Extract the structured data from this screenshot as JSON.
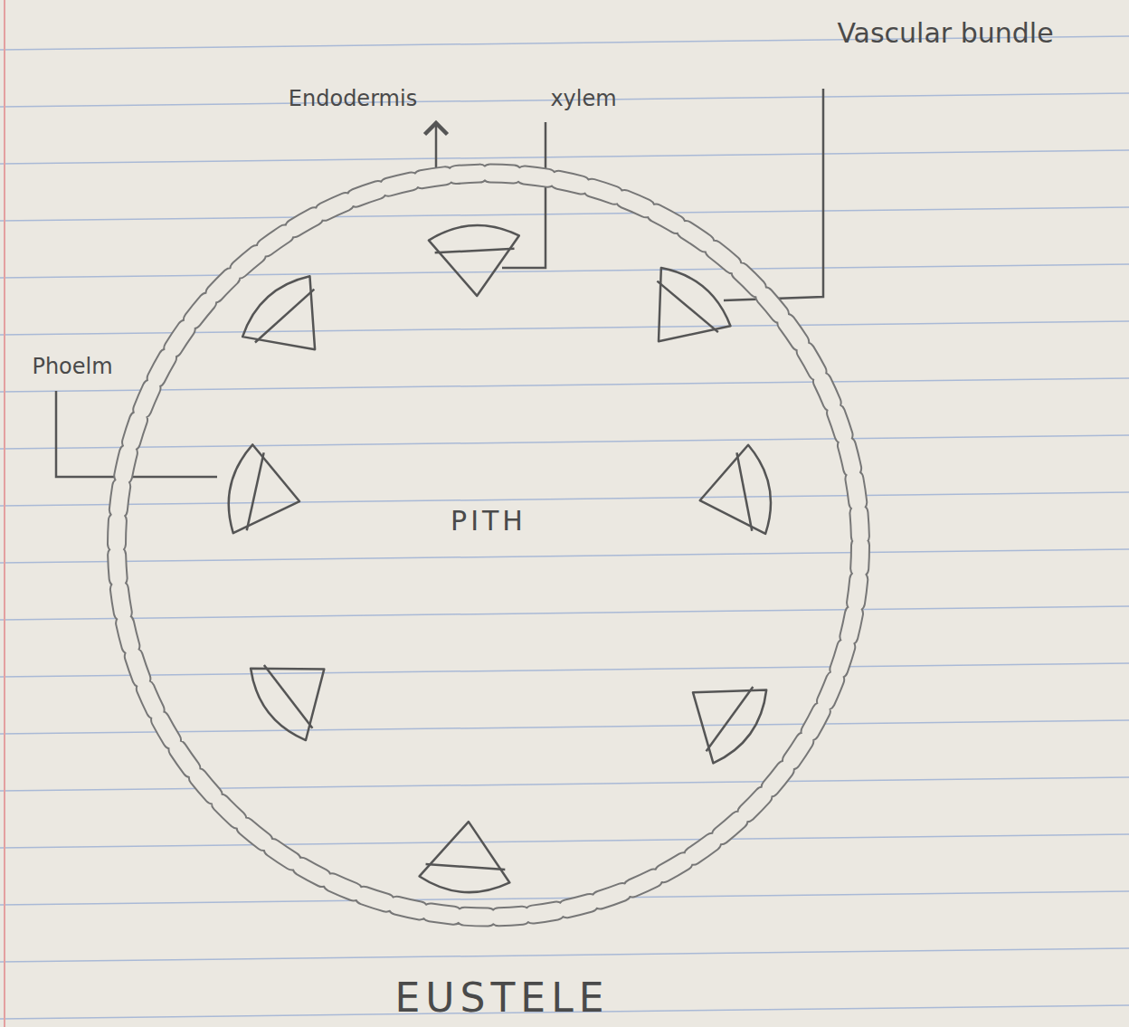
{
  "diagram": {
    "caption": "EUSTELE",
    "nodes": [
      {
        "text": [
          "PITH"
        ]
      }
    ],
    "labels": [
      "Endodermis",
      "xylem",
      "Vascular bundle",
      "Phoelm"
    ]
  }
}
